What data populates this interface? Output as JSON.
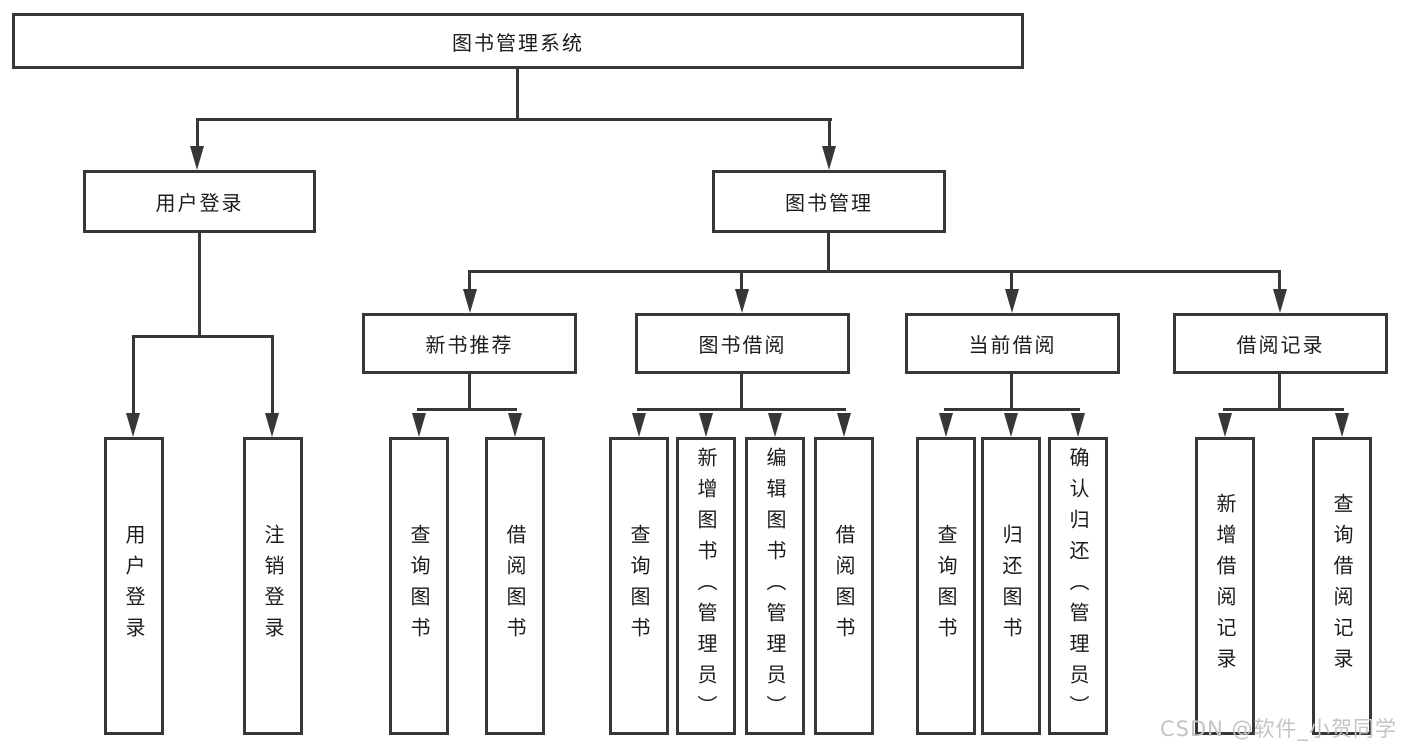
{
  "tree": {
    "root": {
      "label": "图书管理系统"
    },
    "branches": [
      {
        "label": "用户登录",
        "children": [
          {
            "label": "用户登录"
          },
          {
            "label": "注销登录"
          }
        ]
      },
      {
        "label": "图书管理",
        "groups": [
          {
            "label": "新书推荐",
            "children": [
              {
                "label": "查询图书"
              },
              {
                "label": "借阅图书"
              }
            ]
          },
          {
            "label": "图书借阅",
            "children": [
              {
                "label": "查询图书"
              },
              {
                "label": "新增图书（管理员）"
              },
              {
                "label": "编辑图书（管理员）"
              },
              {
                "label": "借阅图书"
              }
            ]
          },
          {
            "label": "当前借阅",
            "children": [
              {
                "label": "查询图书"
              },
              {
                "label": "归还图书"
              },
              {
                "label": "确认归还（管理员）"
              }
            ]
          },
          {
            "label": "借阅记录",
            "children": [
              {
                "label": "新增借阅记录"
              },
              {
                "label": "查询借阅记录"
              }
            ]
          }
        ]
      }
    ]
  },
  "watermark": {
    "text": "CSDN @软件_小贺同学"
  },
  "colors": {
    "line": "#373737",
    "box_border": "#373737",
    "box_fill": "#ffffff",
    "text": "#1c1c1c",
    "watermark": "#c4c4c4",
    "background": "#ffffff"
  }
}
